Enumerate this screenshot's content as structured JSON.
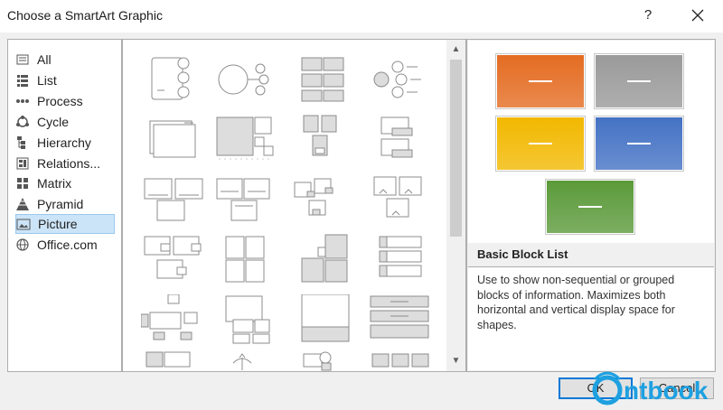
{
  "window": {
    "title": "Choose a SmartArt Graphic",
    "help_label": "?"
  },
  "categories": [
    {
      "label": "All",
      "icon": "all-icon"
    },
    {
      "label": "List",
      "icon": "list-icon"
    },
    {
      "label": "Process",
      "icon": "process-icon"
    },
    {
      "label": "Cycle",
      "icon": "cycle-icon"
    },
    {
      "label": "Hierarchy",
      "icon": "hierarchy-icon"
    },
    {
      "label": "Relations...",
      "icon": "relationship-icon"
    },
    {
      "label": "Matrix",
      "icon": "matrix-icon"
    },
    {
      "label": "Pyramid",
      "icon": "pyramid-icon"
    },
    {
      "label": "Picture",
      "icon": "picture-icon",
      "selected": true
    },
    {
      "label": "Office.com",
      "icon": "globe-icon"
    }
  ],
  "preview": {
    "layout_name": "Basic Block List",
    "description": "Use to show non-sequential or grouped blocks of information. Maximizes both horizontal and vertical display space for shapes.",
    "block_colors": [
      "#e46c22",
      "#9a9a9a",
      "#f2b800",
      "#4472c4",
      "#5b9a3a"
    ]
  },
  "buttons": {
    "ok": "OK",
    "cancel": "Cancel"
  },
  "watermark": "ntbook"
}
